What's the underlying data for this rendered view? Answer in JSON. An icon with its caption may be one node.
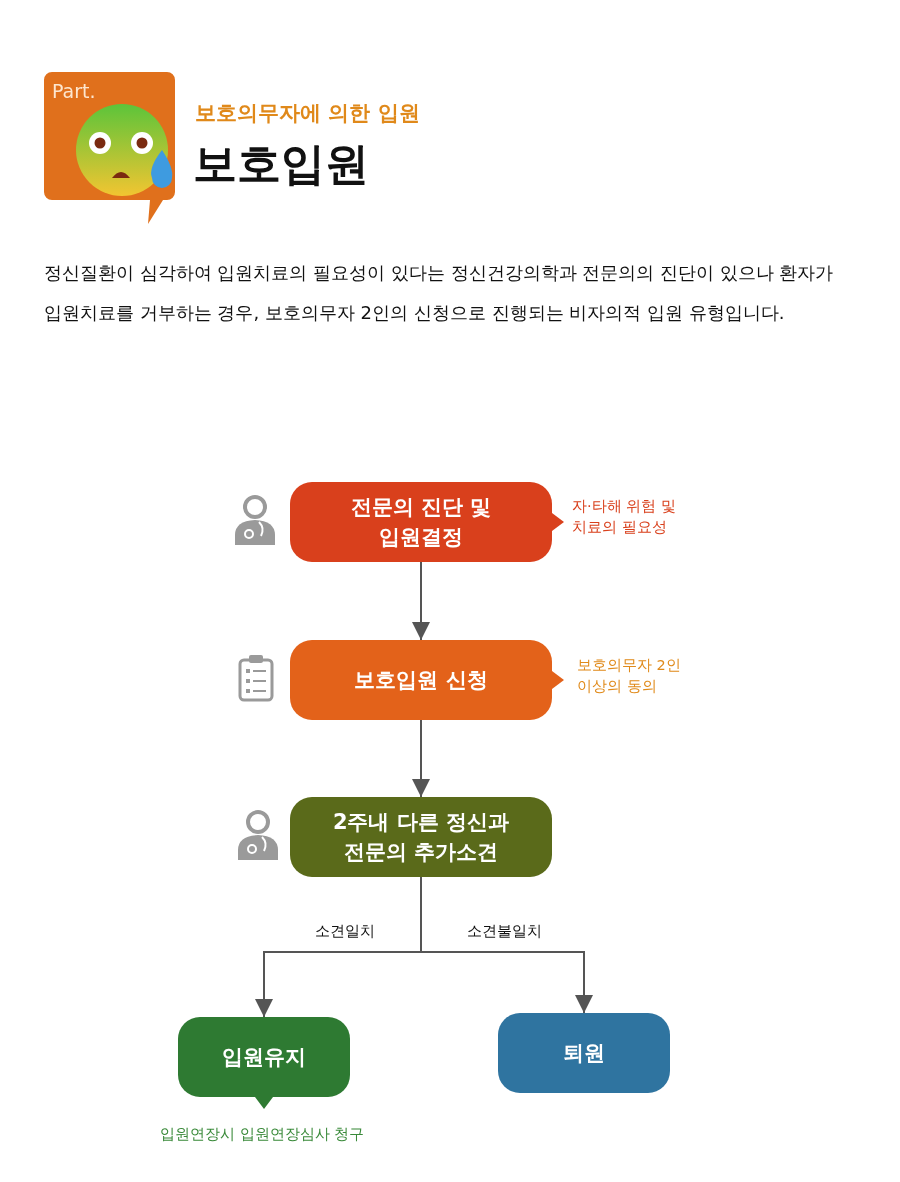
{
  "diagram": {
    "title": "보호입원",
    "nodes": [
      {
        "text": [
          "전문의 진단 및 입원결정"
        ],
        "beside": [
          "자·타해 위험 및 치료의 필요성"
        ]
      },
      {
        "text": [
          "보호입원 신청"
        ],
        "beside": [
          "보호의무자 2인 이상의 동의"
        ]
      },
      {
        "text": [
          "2주내 다른 정신과 전문의 추가소견"
        ]
      },
      {
        "text": [
          "입원유지"
        ],
        "beside": [
          "입원연장시 입원연장심사 청구"
        ]
      },
      {
        "text": [
          "퇴원"
        ]
      }
    ],
    "edges": [
      {
        "from": 0,
        "to": 1,
        "arrow": "to"
      },
      {
        "from": 1,
        "to": 2,
        "arrow": "to"
      },
      {
        "from": 2,
        "to": 3,
        "arrow": "to",
        "label": "소견일치"
      },
      {
        "from": 2,
        "to": 4,
        "arrow": "to",
        "label": "소견불일치"
      }
    ],
    "labels": [
      "Part.",
      "보호의무자에 의한 입원",
      "정신질환이 심각하여 입원치료의 필요성이 있다는 정신건강의학과 전문의의 진단이 있으나 환자가 입원치료를 거부하는 경우, 보호의무자 2인의 신청으로 진행되는 비자의적 입원 유형입니다."
    ]
  }
}
